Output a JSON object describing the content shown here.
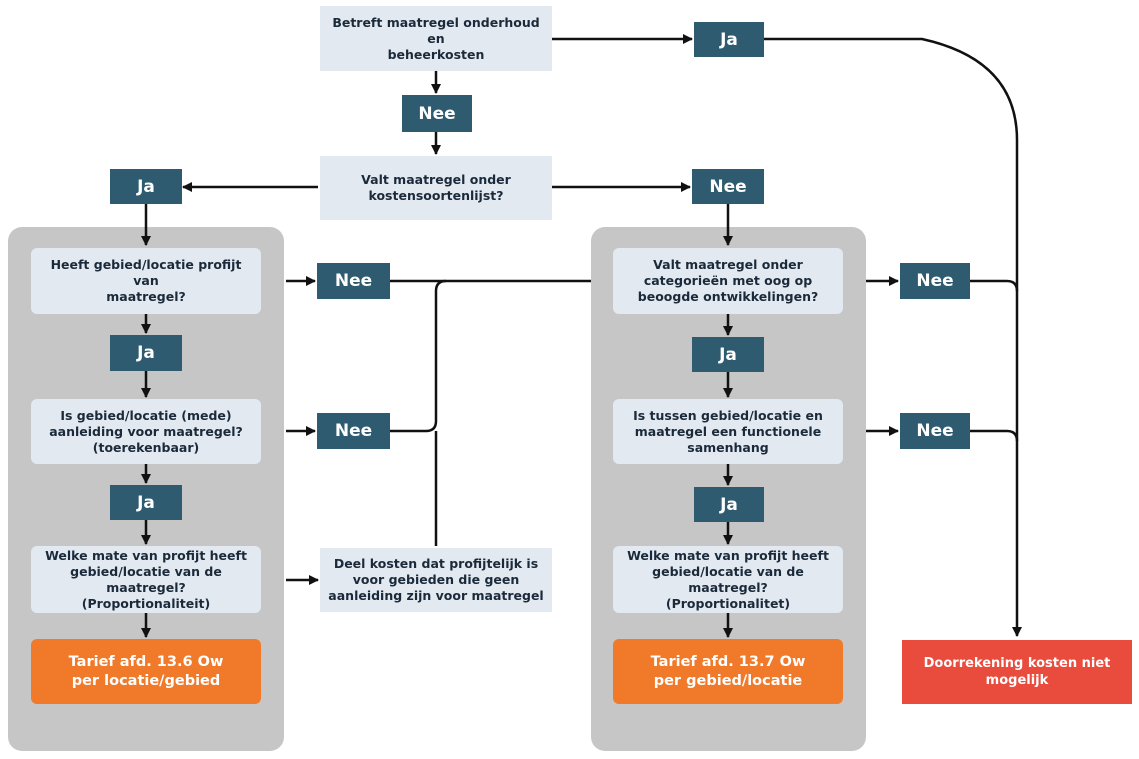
{
  "top": {
    "question": "Betreft maatregel onderhoud en\nbeheerkosten",
    "yes": "Ja",
    "no": "Nee"
  },
  "second": {
    "question": "Valt maatregel onder\nkostensoortenlijst?",
    "yes": "Ja",
    "no": "Nee"
  },
  "left_branch": {
    "q1": "Heeft gebied/locatie profijt van\nmaatregel?",
    "q1_yes": "Ja",
    "q1_no": "Nee",
    "q2": "Is gebied/locatie (mede)\naanleiding voor maatregel?\n(toerekenbaar)",
    "q2_yes": "Ja",
    "q2_no": "Nee",
    "q3": "Welke mate van profijt heeft\ngebied/locatie van de maatregel?\n(Proportionaliteit)",
    "result": "Tarief afd. 13.6 Ow\nper locatie/gebied"
  },
  "middle": {
    "partial": "Deel kosten dat profijtelijk is\nvoor gebieden die geen\naanleiding zijn voor maatregel"
  },
  "right_branch": {
    "q1": "Valt maatregel onder\ncategorieën met oog op\nbeoogde ontwikkelingen?",
    "q1_yes": "Ja",
    "q1_no": "Nee",
    "q2": "Is tussen gebied/locatie en\nmaatregel een functionele\nsamenhang",
    "q2_yes": "Ja",
    "q2_no": "Nee",
    "q3": "Welke mate van profijt heeft\ngebied/locatie van de maatregel?\n(Proportionalitet)",
    "result": "Tarief afd. 13.7 Ow\nper gebied/locatie"
  },
  "final": {
    "result": "Doorrekening kosten niet\nmogelijk"
  },
  "colors": {
    "tag": "#2e5b6f",
    "question_bg": "#e3e9f1",
    "group_bg": "#c6c6c6",
    "orange": "#f07a2a",
    "red": "#e94b3c",
    "line": "#111111"
  }
}
